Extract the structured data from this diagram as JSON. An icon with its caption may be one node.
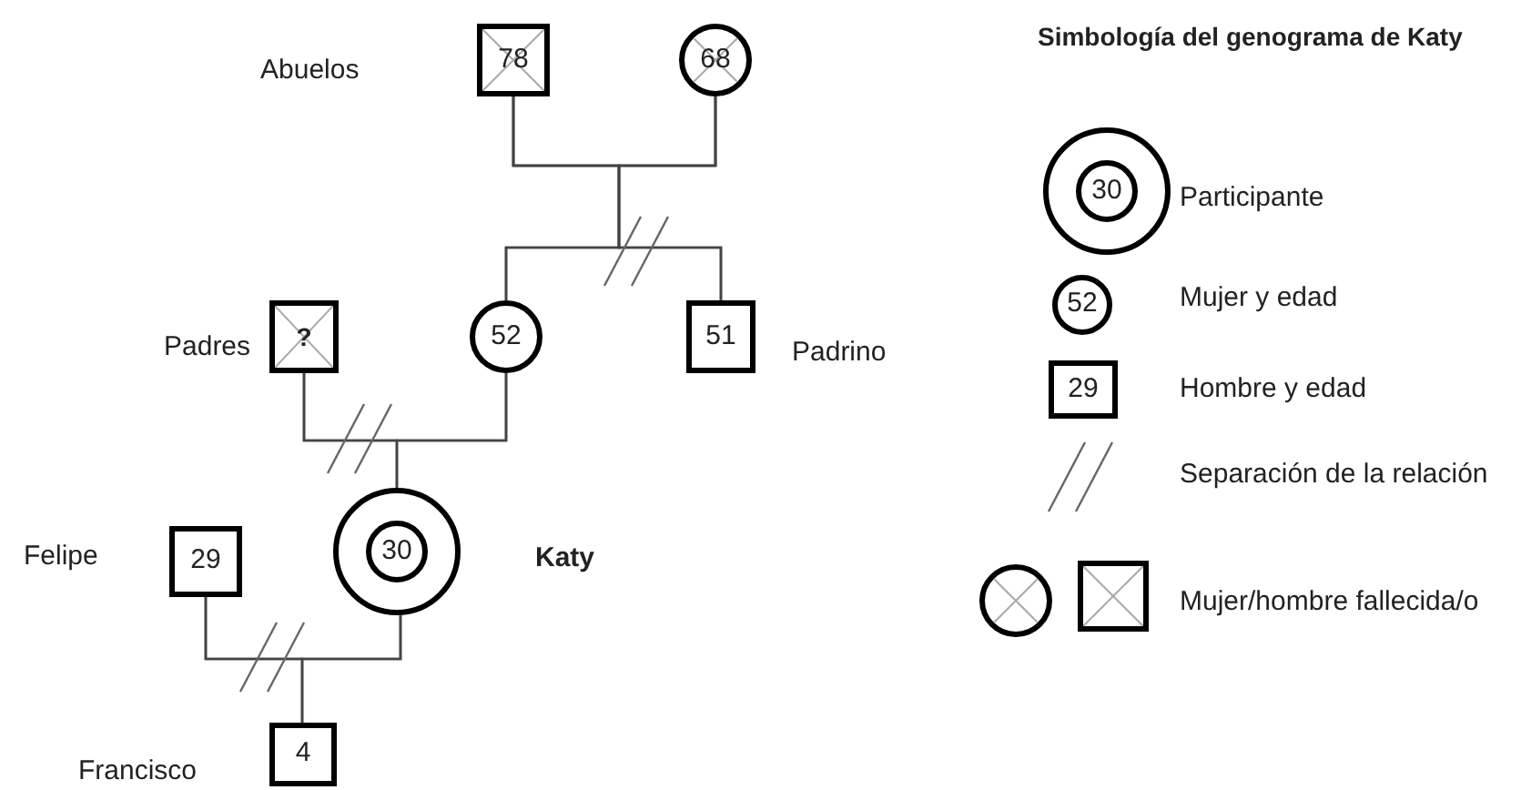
{
  "diagram": {
    "title": "Simbología del genograma de Katy",
    "nodes": [
      {
        "text": [
          "78"
        ]
      },
      {
        "text": [
          "68"
        ]
      },
      {
        "text": [
          "?"
        ]
      },
      {
        "text": [
          "52"
        ]
      },
      {
        "text": [
          "51"
        ],
        "beside": [
          "Padrino"
        ]
      },
      {
        "text": [
          "29"
        ],
        "beside": [
          "Felipe"
        ]
      },
      {
        "text": [
          "30"
        ],
        "beside": [
          "Katy"
        ]
      },
      {
        "text": [
          "4"
        ],
        "beside": [
          "Francisco"
        ]
      },
      {
        "text": [
          "30"
        ]
      },
      {
        "text": [
          "52"
        ]
      },
      {
        "text": [
          "29"
        ]
      },
      {
        "text": [],
        "shape": "circle"
      },
      {
        "text": [],
        "shape": "box"
      }
    ],
    "edges": [
      {
        "from": 0,
        "to": 1,
        "arrow": "none"
      },
      {
        "from": 0,
        "to": 3,
        "arrow": "none"
      },
      {
        "from": 0,
        "to": 4,
        "arrow": "none"
      },
      {
        "from": 1,
        "to": 3,
        "arrow": "none"
      },
      {
        "from": 1,
        "to": 4,
        "arrow": "none"
      },
      {
        "from": 2,
        "to": 3,
        "arrow": "none"
      },
      {
        "from": 2,
        "to": 6,
        "arrow": "none"
      },
      {
        "from": 3,
        "to": 6,
        "arrow": "none"
      },
      {
        "from": 5,
        "to": 6,
        "arrow": "none"
      },
      {
        "from": 5,
        "to": 7,
        "arrow": "none"
      },
      {
        "from": 6,
        "to": 7,
        "arrow": "none"
      }
    ],
    "labels": [
      "Abuelos",
      "Padres"
    ],
    "legend": [
      {
        "text": "Participante"
      },
      {
        "text": "Mujer y edad"
      },
      {
        "text": "Hombre y edad"
      },
      {
        "text": "Separación de la relación"
      },
      {
        "text": "Mujer/hombre fallecida/o"
      }
    ]
  }
}
